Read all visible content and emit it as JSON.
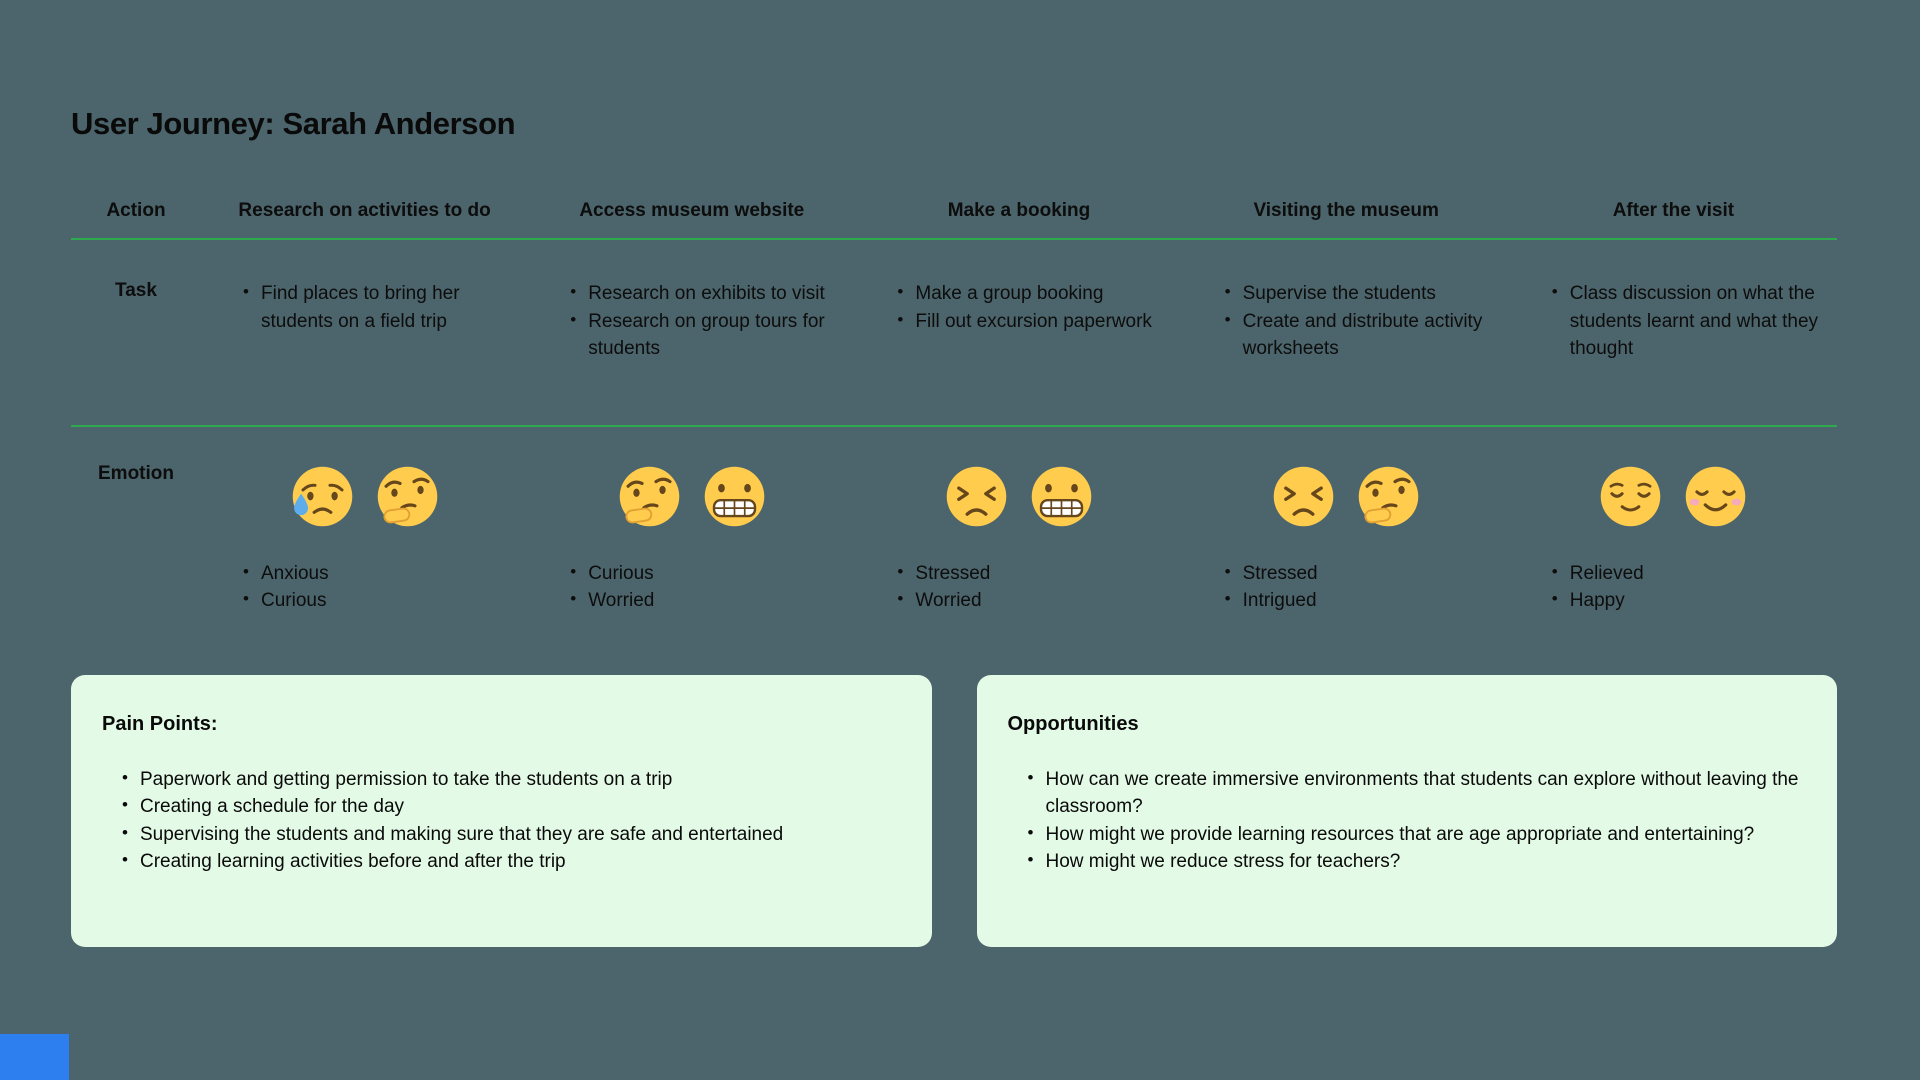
{
  "page": {
    "title": "User Journey: Sarah Anderson",
    "background_color": "#4C646B",
    "divider_color": "#2FA94E",
    "panel_color": "#E3FAE6",
    "corner_accent_color": "#2D7FF0"
  },
  "journey": {
    "action_header": "Action",
    "task_label": "Task",
    "emotion_label": "Emotion",
    "columns": [
      {
        "action": "Research on activities to do",
        "tasks": [
          "Find places to bring her students on a field trip"
        ],
        "emotions": {
          "icons": [
            "anxious-sweat",
            "thinking"
          ],
          "labels": [
            "Anxious",
            "Curious"
          ]
        }
      },
      {
        "action": "Access museum website",
        "tasks": [
          "Research on exhibits to visit",
          "Research on group tours for students"
        ],
        "emotions": {
          "icons": [
            "thinking",
            "grimacing"
          ],
          "labels": [
            "Curious",
            "Worried"
          ]
        }
      },
      {
        "action": "Make a booking",
        "tasks": [
          "Make a group booking",
          "Fill out excursion paperwork"
        ],
        "emotions": {
          "icons": [
            "stressed",
            "grimacing"
          ],
          "labels": [
            "Stressed",
            "Worried"
          ]
        }
      },
      {
        "action": "Visiting the museum",
        "tasks": [
          "Supervise the students",
          "Create and distribute activity worksheets"
        ],
        "emotions": {
          "icons": [
            "stressed",
            "thinking"
          ],
          "labels": [
            "Stressed",
            "Intrigued"
          ]
        }
      },
      {
        "action": "After the visit",
        "tasks": [
          "Class discussion on what the students learnt and what they thought"
        ],
        "emotions": {
          "icons": [
            "relieved",
            "smiling-blush"
          ],
          "labels": [
            "Relieved",
            "Happy"
          ]
        }
      }
    ]
  },
  "pain_points": {
    "title": "Pain Points:",
    "items": [
      "Paperwork and getting permission to take the students on a trip",
      "Creating a schedule for the day",
      "Supervising the students and making sure that they are safe and entertained",
      "Creating learning activities before and after the trip"
    ]
  },
  "opportunities": {
    "title": "Opportunities",
    "items": [
      "How can we create immersive environments that students can explore without leaving the classroom?",
      "How might we provide learning resources that are age appropriate and entertaining?",
      "How might we reduce stress for teachers?"
    ]
  }
}
